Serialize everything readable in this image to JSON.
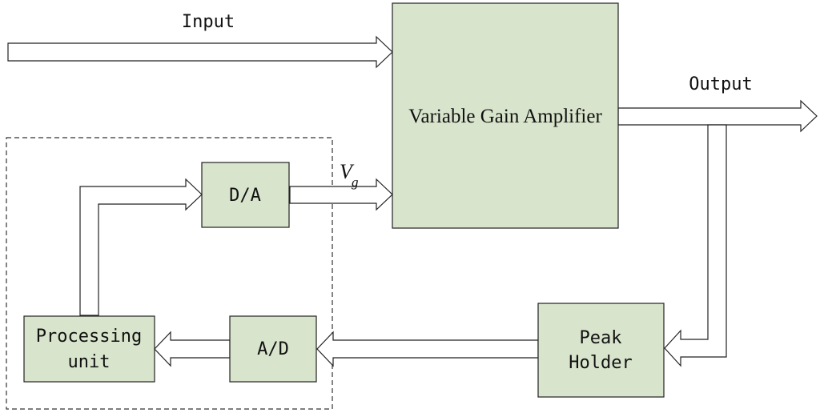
{
  "labels": {
    "input": "Input",
    "output": "Output",
    "vga": "Variable Gain Amplifier",
    "da": "D/A",
    "ad": "A/D",
    "processing_line1": "Processing",
    "processing_line2": "unit",
    "peak_line1": "Peak",
    "peak_line2": "Holder",
    "vg_main": "V",
    "vg_sub": "g"
  }
}
